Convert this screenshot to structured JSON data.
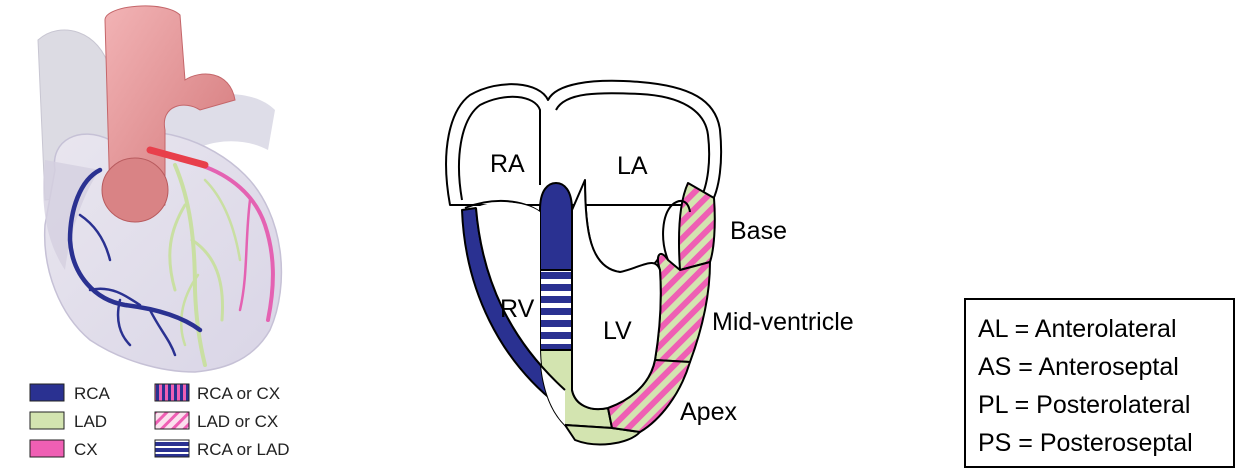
{
  "colors": {
    "rca": "#2a3191",
    "lad": "#d3e4b0",
    "cx": "#ef5fb4"
  },
  "heart_legend": [
    {
      "label": "RCA",
      "pattern": "solid-rca"
    },
    {
      "label": "LAD",
      "pattern": "solid-lad"
    },
    {
      "label": "CX",
      "pattern": "solid-cx"
    },
    {
      "label": "RCA or CX",
      "pattern": "vertical-stripes-rca-cx"
    },
    {
      "label": "LAD or CX",
      "pattern": "diagonal-stripes-lad-cx"
    },
    {
      "label": "RCA or LAD",
      "pattern": "horizontal-stripes-rca-lad"
    }
  ],
  "chamber_labels": {
    "ra": "RA",
    "la": "LA",
    "rv": "RV",
    "lv": "LV"
  },
  "level_labels": {
    "base": "Base",
    "mid": "Mid-ventricle",
    "apex": "Apex"
  },
  "abbreviations": [
    "AL = Anterolateral",
    "AS = Anteroseptal",
    "PL = Posterolateral",
    "PS = Posteroseptal"
  ]
}
